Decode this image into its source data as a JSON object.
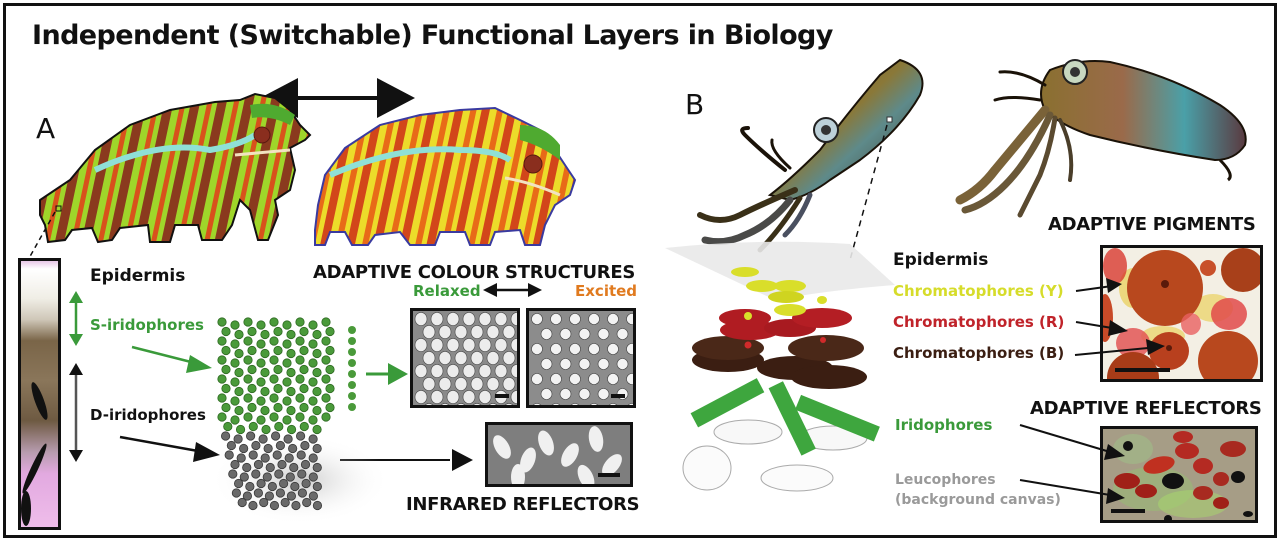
{
  "title": "Independent (Switchable) Functional Layers in Biology",
  "colors": {
    "green": "#3a9a3a",
    "orange": "#e07a1f",
    "yellow": "#d9de2a",
    "red": "#c0232a",
    "brown": "#3b1e12",
    "gray": "#9a9a9a",
    "black": "#111111"
  },
  "panel_a": {
    "label": "A",
    "layers": {
      "epidermis": "Epidermis",
      "s_iridophores": "S-iridophores",
      "d_iridophores": "D-iridophores"
    },
    "adaptive_colour_structures": {
      "heading": "ADAPTIVE COLOUR STRUCTURES",
      "state_relaxed": "Relaxed",
      "state_excited": "Excited"
    },
    "infrared_reflectors": {
      "heading": "INFRARED REFLECTORS"
    },
    "images": [
      "chameleon-relaxed",
      "chameleon-excited",
      "skin-cross-section",
      "nanocrystal-lattice"
    ]
  },
  "panel_b": {
    "label": "B",
    "layers": {
      "epidermis": "Epidermis",
      "chromatophores_y": "Chromatophores (Y)",
      "chromatophores_r": "Chromatophores (R)",
      "chromatophores_b": "Chromatophores (B)",
      "iridophores": "Iridophores",
      "leucophores": "Leucophores",
      "leucophores_note": "(background canvas)"
    },
    "adaptive_pigments": {
      "heading": "ADAPTIVE PIGMENTS"
    },
    "adaptive_reflectors": {
      "heading": "ADAPTIVE REFLECTORS"
    },
    "images": [
      "squid",
      "cuttlefish",
      "skin-layer-schematic"
    ]
  }
}
